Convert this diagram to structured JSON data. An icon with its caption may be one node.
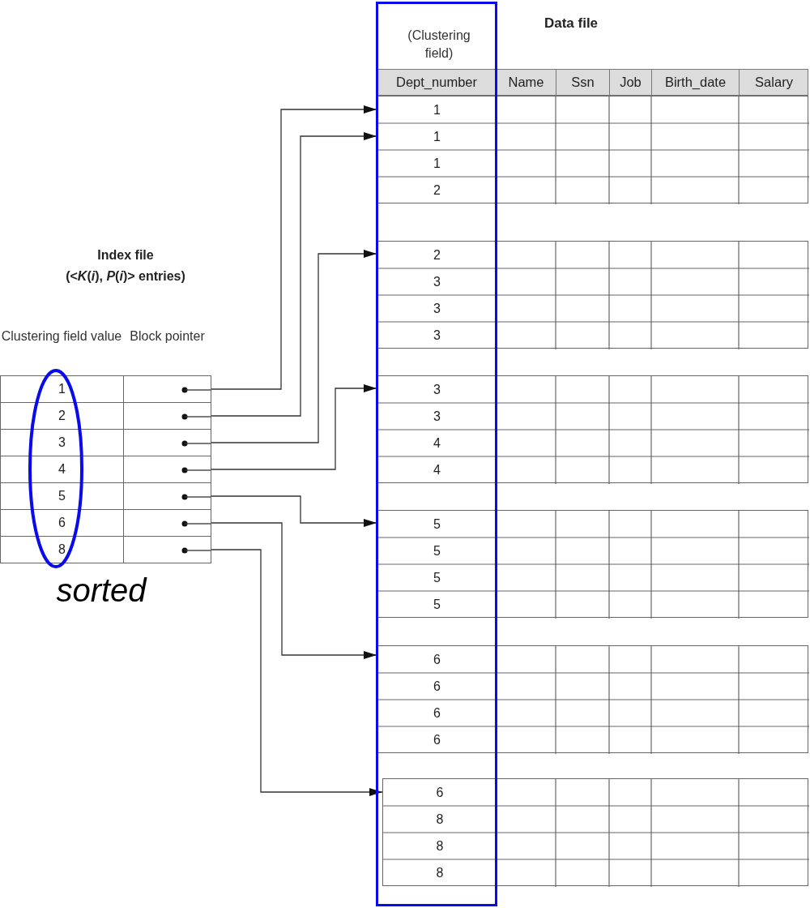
{
  "diagram": {
    "nodes": [
      {
        "text": [
          "Clustering field value",
          "Block pointer"
        ]
      },
      {
        "text": [
          "1"
        ],
        "in": 0
      },
      {
        "text": [
          "2"
        ],
        "in": 0
      },
      {
        "text": [
          "3"
        ],
        "in": 0
      },
      {
        "text": [
          "4"
        ],
        "in": 0
      },
      {
        "text": [
          "5"
        ],
        "in": 0
      },
      {
        "text": [
          "6"
        ],
        "in": 0
      },
      {
        "text": [
          "8"
        ],
        "in": 0
      },
      {
        "text": [
          "(Clustering field)"
        ]
      },
      {
        "text": [
          "Dept_number",
          "Name",
          "Ssn",
          "Job",
          "Birth_date",
          "Salary"
        ]
      },
      {
        "text": [
          "1",
          "1",
          "1",
          "2"
        ]
      },
      {
        "text": [
          "2",
          "3",
          "3",
          "3"
        ]
      },
      {
        "text": [
          "3",
          "3",
          "4",
          "4"
        ]
      },
      {
        "text": [
          "5",
          "5",
          "5",
          "5"
        ]
      },
      {
        "text": [
          "6",
          "6",
          "6",
          "6"
        ]
      },
      {
        "text": [
          "6",
          "8",
          "8",
          "8"
        ]
      }
    ],
    "edges": [
      {
        "from": 1,
        "to": 10,
        "arrow": "to"
      },
      {
        "from": 2,
        "to": 10,
        "arrow": "to"
      },
      {
        "from": 3,
        "to": 11,
        "arrow": "to"
      },
      {
        "from": 4,
        "to": 12,
        "arrow": "to"
      },
      {
        "from": 5,
        "to": 13,
        "arrow": "to"
      },
      {
        "from": 6,
        "to": 14,
        "arrow": "to"
      },
      {
        "from": 7,
        "to": 15,
        "arrow": "to"
      }
    ],
    "labels": [
      "Data file",
      "Index file",
      "(<*K*(*i*), *P*(*i*)> entries)",
      "sorted"
    ]
  }
}
